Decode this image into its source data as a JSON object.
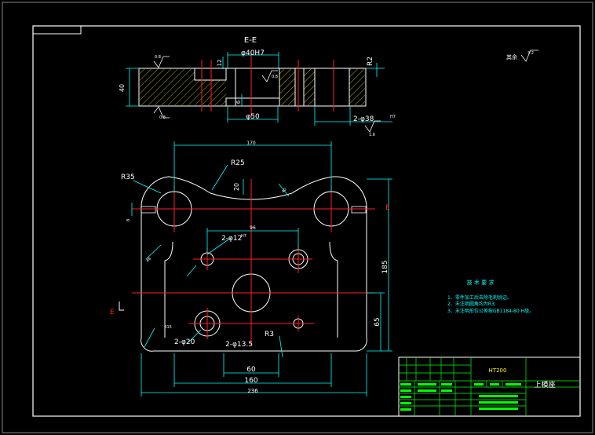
{
  "section": {
    "title": "E-E",
    "dims": {
      "bore": "φ40H7",
      "radius": "R2",
      "height": "40",
      "recess": "φ50",
      "holes": "2-φ38",
      "fit": "H7",
      "small_a": "12",
      "small_b": "6"
    },
    "roughness": [
      "0.8",
      "0.8",
      "0.8",
      "1.6"
    ]
  },
  "corner_note": {
    "label": "其余",
    "value": "3.2"
  },
  "plan": {
    "dims": {
      "w170": "170",
      "r25": "R25",
      "r35": "R35",
      "d20": "20",
      "d96": "96",
      "d185": "185",
      "d65": "65",
      "d60": "60",
      "d160": "160",
      "d236": "236",
      "d48": "48",
      "d40": "40",
      "d12": "2-φ12",
      "d12_fit": "H7",
      "d20b": "2-φ20",
      "d135": "2-φ13.5",
      "r3": "R3",
      "r10": "R10",
      "d8": "8",
      "d15": "R15"
    },
    "section_mark": "E"
  },
  "tech": {
    "title": "技 术 要 求",
    "items": [
      "1、零件加工后去除毛刺锐边。",
      "2、未注明圆角均为R3;",
      "3、未注明形位公差按GB1184-80 H级。"
    ]
  },
  "title_block": {
    "material": "HT200",
    "part_name": "上模座"
  }
}
